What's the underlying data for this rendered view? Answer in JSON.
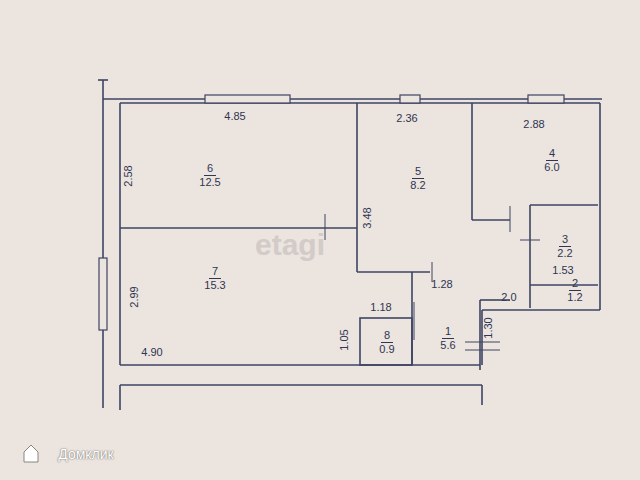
{
  "diagram": {
    "nodes": [
      {
        "text": [
          "6",
          "12.5"
        ]
      },
      {
        "text": [
          "5",
          "8.2"
        ]
      },
      {
        "text": [
          "4",
          "6.0"
        ]
      },
      {
        "text": [
          "3",
          "2.2"
        ]
      },
      {
        "text": [
          "2",
          "1.2"
        ]
      },
      {
        "text": [
          "7",
          "15.3"
        ]
      },
      {
        "text": [
          "8",
          "0.9"
        ]
      },
      {
        "text": [
          "1",
          "5.6"
        ]
      }
    ],
    "edges": [],
    "labels": [
      "4.85",
      "2.58",
      "2.36",
      "3.48",
      "2.88",
      "1.53",
      "2.0",
      "2.99",
      "1.18",
      "1.28",
      "1.05",
      "1.30",
      "4.90",
      "etagi",
      "Домклик"
    ]
  }
}
